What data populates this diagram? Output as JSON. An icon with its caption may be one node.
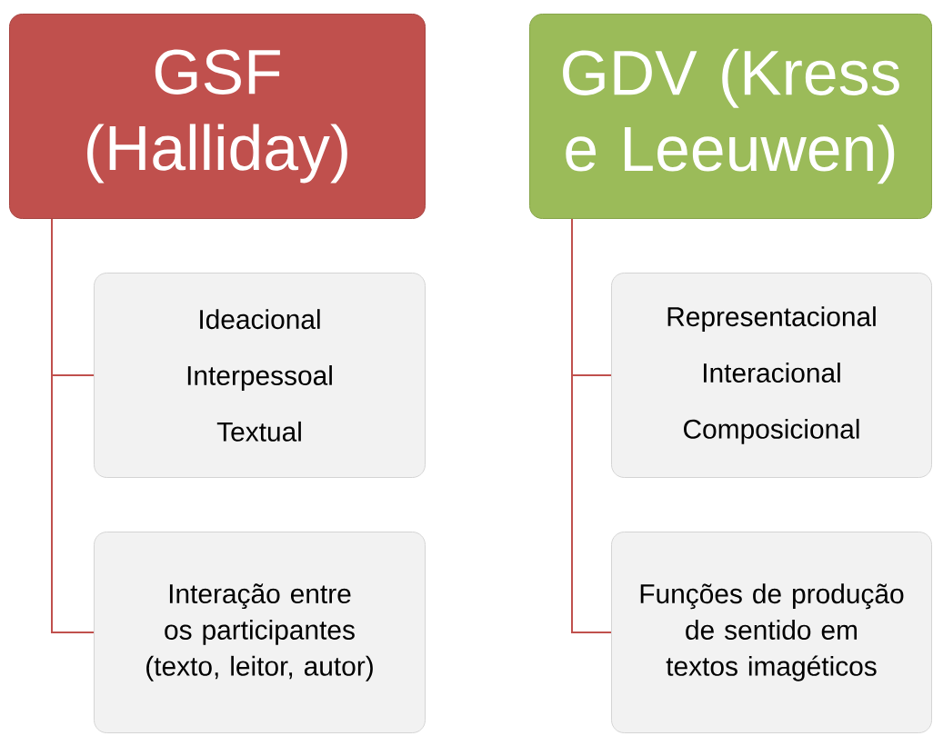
{
  "diagram": {
    "nodes": [
      {
        "text": [
          "GSF (Halliday)"
        ]
      },
      {
        "text": [
          "GDV (Kress e Leeuwen)"
        ]
      },
      {
        "text": [
          "Ideacional",
          "Interpessoal",
          "Textual"
        ]
      },
      {
        "text": [
          "Interação entre os participantes (texto, leitor, autor)"
        ]
      },
      {
        "text": [
          "Representacional",
          "Interacional",
          "Composicional"
        ]
      },
      {
        "text": [
          "Funções de produção de sentido em textos imagéticos"
        ]
      }
    ],
    "edges": [
      {
        "from": 0,
        "to": 2,
        "arrow": "none"
      },
      {
        "from": 0,
        "to": 3,
        "arrow": "none"
      },
      {
        "from": 1,
        "to": 4,
        "arrow": "none"
      },
      {
        "from": 1,
        "to": 5,
        "arrow": "none"
      }
    ]
  }
}
